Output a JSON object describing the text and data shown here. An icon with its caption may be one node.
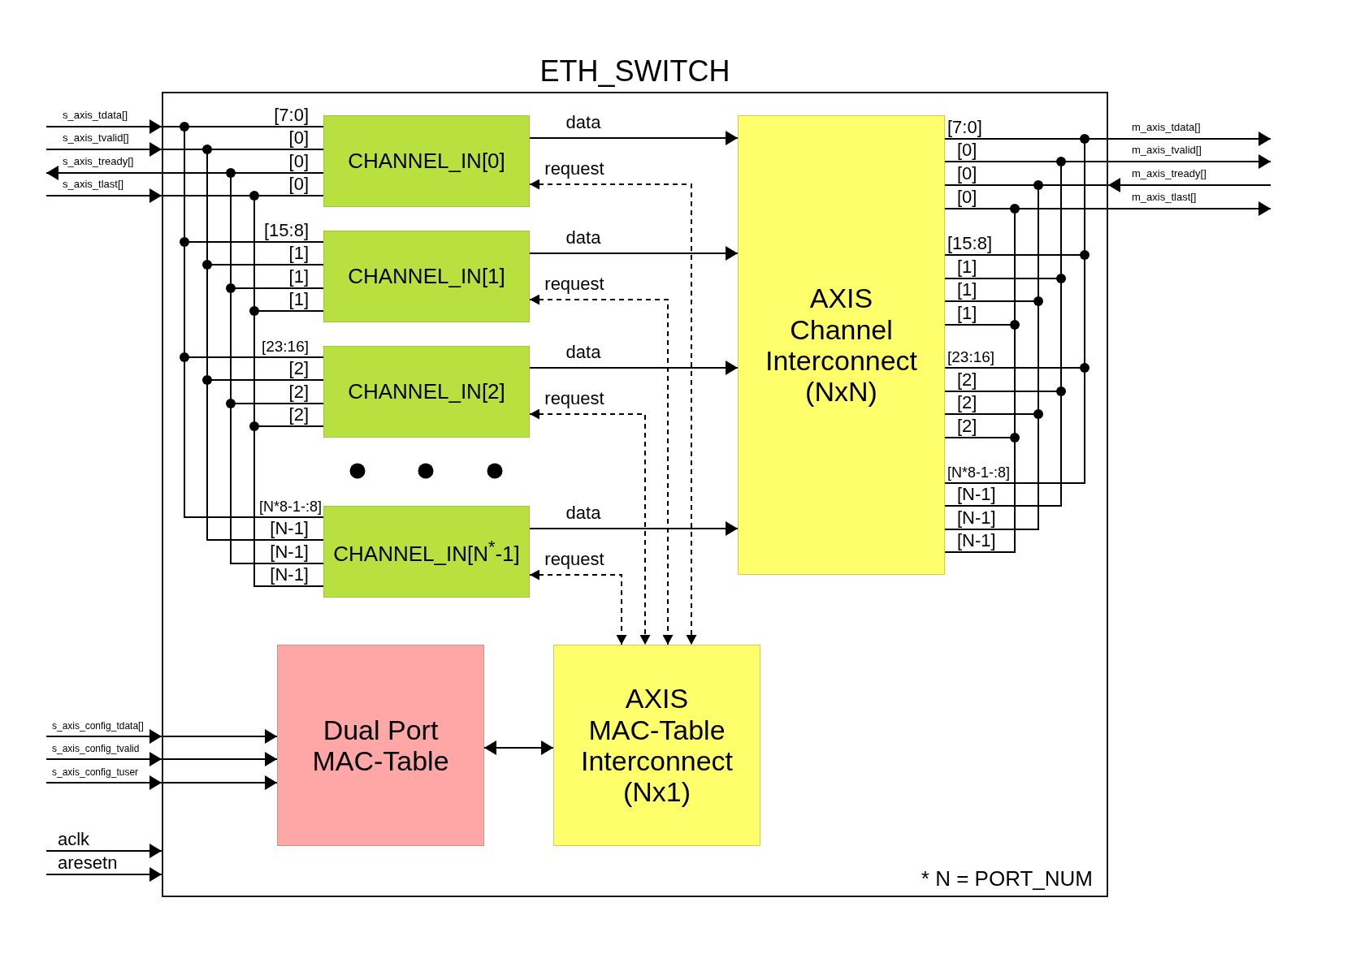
{
  "diagram": {
    "nodes": [
      {
        "text": [
          "ETH_SWITCH"
        ]
      },
      {
        "text": [
          "CHANNEL_IN[0]"
        ],
        "in": 0
      },
      {
        "text": [
          "CHANNEL_IN[1]"
        ],
        "in": 0
      },
      {
        "text": [
          "CHANNEL_IN[2]"
        ],
        "in": 0
      },
      {
        "text": [
          "CHANNEL_IN[N$^{*}$-1]"
        ],
        "in": 0
      },
      {
        "text": [
          "AXIS Channel Interconnect (NxN)"
        ],
        "in": 0
      },
      {
        "text": [
          "Dual Port MAC-Table"
        ],
        "in": 0
      },
      {
        "text": [
          "AXIS MAC-Table Interconnect (Nx1)"
        ],
        "in": 0
      }
    ],
    "edges": [
      {
        "from": null,
        "to": 0,
        "arrow": "to",
        "label": "s_axis_tdata[]"
      },
      {
        "from": 0,
        "to": 1,
        "arrow": "none",
        "label": "[7:0]"
      },
      {
        "from": 0,
        "to": 2,
        "arrow": "none",
        "label": "[15:8]"
      },
      {
        "from": 0,
        "to": 3,
        "arrow": "none",
        "label": "[23:16]"
      },
      {
        "from": 0,
        "to": 4,
        "arrow": "none",
        "label": "[N*8-1-:8]"
      },
      {
        "from": null,
        "to": 0,
        "arrow": "to",
        "label": "s_axis_tvalid[]"
      },
      {
        "from": 0,
        "to": 1,
        "arrow": "none",
        "label": "[0]"
      },
      {
        "from": 0,
        "to": 2,
        "arrow": "none",
        "label": "[1]"
      },
      {
        "from": 0,
        "to": 3,
        "arrow": "none",
        "label": "[2]"
      },
      {
        "from": 0,
        "to": 4,
        "arrow": "none",
        "label": "[N-1]"
      },
      {
        "from": 0,
        "to": null,
        "arrow": "to",
        "label": "s_axis_tready[]"
      },
      {
        "from": 1,
        "to": 0,
        "arrow": "none",
        "label": "[0]"
      },
      {
        "from": 2,
        "to": 0,
        "arrow": "none",
        "label": "[1]"
      },
      {
        "from": 3,
        "to": 0,
        "arrow": "none",
        "label": "[2]"
      },
      {
        "from": 4,
        "to": 0,
        "arrow": "none",
        "label": "[N-1]"
      },
      {
        "from": null,
        "to": 0,
        "arrow": "to",
        "label": "s_axis_tlast[]"
      },
      {
        "from": 0,
        "to": 1,
        "arrow": "none",
        "label": "[0]"
      },
      {
        "from": 0,
        "to": 2,
        "arrow": "none",
        "label": "[1]"
      },
      {
        "from": 0,
        "to": 3,
        "arrow": "none",
        "label": "[2]"
      },
      {
        "from": 0,
        "to": 4,
        "arrow": "none",
        "label": "[N-1]"
      },
      {
        "from": 1,
        "to": 5,
        "arrow": "to",
        "label": "data"
      },
      {
        "from": 2,
        "to": 5,
        "arrow": "to",
        "label": "data"
      },
      {
        "from": 3,
        "to": 5,
        "arrow": "to",
        "label": "data"
      },
      {
        "from": 4,
        "to": 5,
        "arrow": "to",
        "label": "data"
      },
      {
        "from": 1,
        "to": 7,
        "arrow": "both",
        "label": "request",
        "style": "dashed"
      },
      {
        "from": 2,
        "to": 7,
        "arrow": "both",
        "label": "request",
        "style": "dashed"
      },
      {
        "from": 3,
        "to": 7,
        "arrow": "both",
        "label": "request",
        "style": "dashed"
      },
      {
        "from": 4,
        "to": 7,
        "arrow": "both",
        "label": "request",
        "style": "dashed"
      },
      {
        "from": 5,
        "to": 0,
        "arrow": "none",
        "label": "[7:0]"
      },
      {
        "from": 5,
        "to": 0,
        "arrow": "none",
        "label": "[15:8]"
      },
      {
        "from": 5,
        "to": 0,
        "arrow": "none",
        "label": "[23:16]"
      },
      {
        "from": 5,
        "to": 0,
        "arrow": "none",
        "label": "[N*8-1-:8]"
      },
      {
        "from": 0,
        "to": null,
        "arrow": "to",
        "label": "m_axis_tdata[]"
      },
      {
        "from": 5,
        "to": 0,
        "arrow": "none",
        "label": "[0]"
      },
      {
        "from": 5,
        "to": 0,
        "arrow": "none",
        "label": "[1]"
      },
      {
        "from": 5,
        "to": 0,
        "arrow": "none",
        "label": "[2]"
      },
      {
        "from": 5,
        "to": 0,
        "arrow": "none",
        "label": "[N-1]"
      },
      {
        "from": 0,
        "to": null,
        "arrow": "to",
        "label": "m_axis_tvalid[]"
      },
      {
        "from": 0,
        "to": 5,
        "arrow": "none",
        "label": "[0]"
      },
      {
        "from": 0,
        "to": 5,
        "arrow": "none",
        "label": "[1]"
      },
      {
        "from": 0,
        "to": 5,
        "arrow": "none",
        "label": "[2]"
      },
      {
        "from": 0,
        "to": 5,
        "arrow": "none",
        "label": "[N-1]"
      },
      {
        "from": null,
        "to": 0,
        "arrow": "to",
        "label": "m_axis_tready[]"
      },
      {
        "from": 5,
        "to": 0,
        "arrow": "none",
        "label": "[0]"
      },
      {
        "from": 5,
        "to": 0,
        "arrow": "none",
        "label": "[1]"
      },
      {
        "from": 5,
        "to": 0,
        "arrow": "none",
        "label": "[2]"
      },
      {
        "from": 5,
        "to": 0,
        "arrow": "none",
        "label": "[N-1]"
      },
      {
        "from": 0,
        "to": null,
        "arrow": "to",
        "label": "m_axis_tlast[]"
      },
      {
        "from": 6,
        "to": 7,
        "arrow": "both"
      },
      {
        "from": null,
        "to": 0,
        "arrow": "to",
        "label": "s_axis_config_tdata[]"
      },
      {
        "from": 0,
        "to": 6,
        "arrow": "to"
      },
      {
        "from": null,
        "to": 0,
        "arrow": "to",
        "label": "s_axis_config_tvalid"
      },
      {
        "from": 0,
        "to": 6,
        "arrow": "to"
      },
      {
        "from": null,
        "to": 0,
        "arrow": "to",
        "label": "s_axis_config_tuser"
      },
      {
        "from": 0,
        "to": 6,
        "arrow": "to"
      },
      {
        "from": null,
        "to": 0,
        "arrow": "to",
        "label": "aclk"
      },
      {
        "from": null,
        "to": 0,
        "arrow": "to",
        "label": "aresetn"
      }
    ],
    "labels": [
      "* N = PORT_NUM"
    ]
  }
}
